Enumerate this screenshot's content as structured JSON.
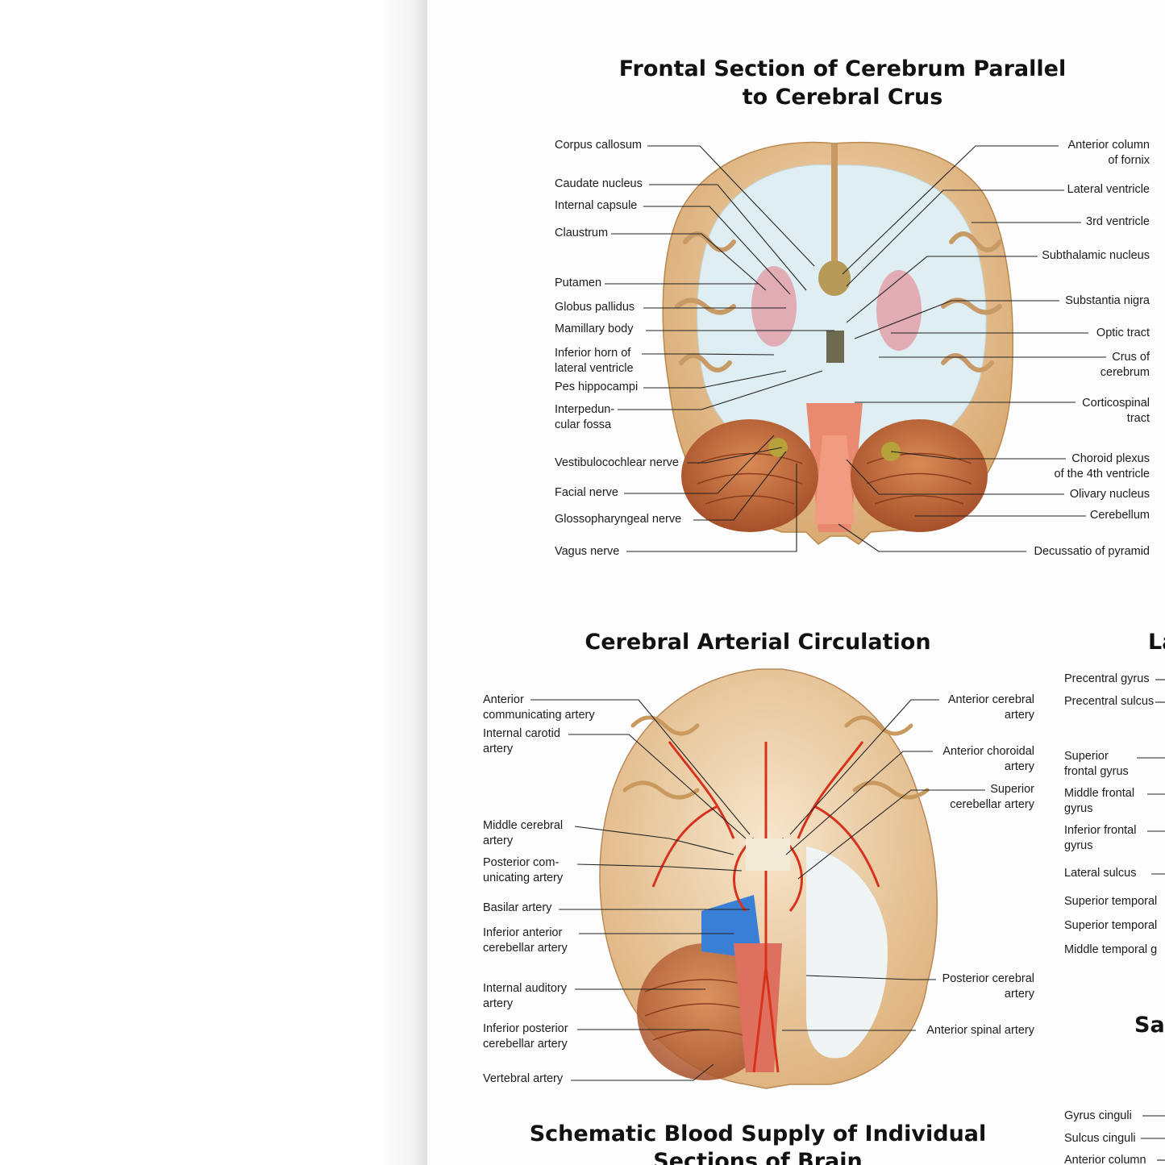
{
  "frontal": {
    "title_l1": "Frontal Section of Cerebrum Parallel",
    "title_l2": "to Cerebral Crus",
    "left": [
      {
        "l1": "Corpus callosum",
        "l2": ""
      },
      {
        "l1": "Caudate nucleus",
        "l2": ""
      },
      {
        "l1": "Internal capsule",
        "l2": ""
      },
      {
        "l1": "Claustrum",
        "l2": ""
      },
      {
        "l1": "Putamen",
        "l2": ""
      },
      {
        "l1": "Globus pallidus",
        "l2": ""
      },
      {
        "l1": "Mamillary body",
        "l2": ""
      },
      {
        "l1": "Inferior horn of",
        "l2": "lateral ventricle"
      },
      {
        "l1": "Pes hippocampi",
        "l2": ""
      },
      {
        "l1": "Interpedun-",
        "l2": "cular fossa"
      },
      {
        "l1": "Vestibulocochlear nerve",
        "l2": ""
      },
      {
        "l1": "Facial nerve",
        "l2": ""
      },
      {
        "l1": "Glossopharyngeal nerve",
        "l2": ""
      },
      {
        "l1": "Vagus nerve",
        "l2": ""
      }
    ],
    "right": [
      {
        "l1": "Anterior column",
        "l2": "of fornix"
      },
      {
        "l1": "Lateral ventricle",
        "l2": ""
      },
      {
        "l1": "3rd ventricle",
        "l2": ""
      },
      {
        "l1": "Subthalamic nucleus",
        "l2": ""
      },
      {
        "l1": "Substantia nigra",
        "l2": ""
      },
      {
        "l1": "Optic tract",
        "l2": ""
      },
      {
        "l1": "Crus of",
        "l2": "cerebrum"
      },
      {
        "l1": "Corticospinal",
        "l2": "tract"
      },
      {
        "l1": "Choroid plexus",
        "l2": "of the 4th ventricle"
      },
      {
        "l1": "Olivary nucleus",
        "l2": ""
      },
      {
        "l1": "Cerebellum",
        "l2": ""
      },
      {
        "l1": "Decussatio of pyramid",
        "l2": ""
      }
    ]
  },
  "arterial": {
    "title": "Cerebral Arterial Circulation",
    "left": [
      {
        "l1": "Anterior",
        "l2": "communicating artery"
      },
      {
        "l1": "Internal carotid",
        "l2": "artery"
      },
      {
        "l1": "Middle cerebral",
        "l2": "artery"
      },
      {
        "l1": "Posterior com-",
        "l2": "unicating artery"
      },
      {
        "l1": "Basilar artery",
        "l2": ""
      },
      {
        "l1": "Inferior anterior",
        "l2": "cerebellar artery"
      },
      {
        "l1": "Internal auditory",
        "l2": "artery"
      },
      {
        "l1": "Inferior posterior",
        "l2": "cerebellar artery"
      },
      {
        "l1": "Vertebral artery",
        "l2": ""
      }
    ],
    "right": [
      {
        "l1": "Anterior cerebral",
        "l2": "artery"
      },
      {
        "l1": "Anterior choroidal",
        "l2": "artery"
      },
      {
        "l1": "Superior",
        "l2": "cerebellar artery"
      },
      {
        "l1": "Posterior cerebral",
        "l2": "artery"
      },
      {
        "l1": "Anterior spinal artery",
        "l2": ""
      }
    ]
  },
  "lateral": {
    "title_fragment": "La",
    "labels": [
      {
        "l1": "Precentral gyrus",
        "l2": ""
      },
      {
        "l1": "Precentral sulcus",
        "l2": ""
      },
      {
        "l1": "Superior",
        "l2": "frontal gyrus"
      },
      {
        "l1": "Middle frontal",
        "l2": "gyrus"
      },
      {
        "l1": "Inferior frontal",
        "l2": "gyrus"
      },
      {
        "l1": "Lateral sulcus",
        "l2": ""
      },
      {
        "l1": "Superior temporal",
        "l2": ""
      },
      {
        "l1": "Superior temporal",
        "l2": ""
      },
      {
        "l1": "Middle temporal g",
        "l2": ""
      }
    ]
  },
  "sagittal": {
    "title_fragment": "Sa",
    "labels": [
      {
        "l1": "Gyrus cinguli",
        "l2": ""
      },
      {
        "l1": "Sulcus cinguli",
        "l2": ""
      },
      {
        "l1": "Anterior column",
        "l2": ""
      }
    ]
  },
  "schematic": {
    "title_l1": "Schematic Blood Supply of Individual",
    "title_l2": "Sections of Brain"
  },
  "colors": {
    "cortex": "#e6c59a",
    "white_matter": "#dfeef2",
    "cerebellum": "#c0683a",
    "artery": "#d9321c",
    "vein_blue": "#3a7fd6",
    "nucleus_pink": "#e3a0aa"
  }
}
